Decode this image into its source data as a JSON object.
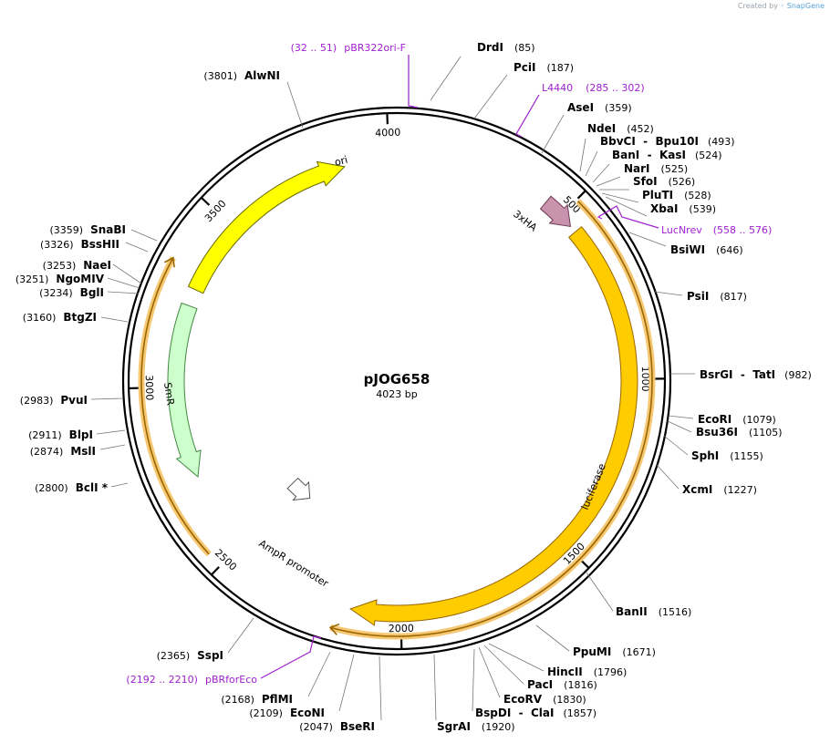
{
  "credit": {
    "prefix": "Created by",
    "brand": "SnapGene"
  },
  "plasmid": {
    "name": "pJOG658",
    "length_label": "4023 bp",
    "length": 4023
  },
  "ticks": [
    {
      "pos": 500,
      "label": "500"
    },
    {
      "pos": 1000,
      "label": "1000"
    },
    {
      "pos": 1500,
      "label": "1500"
    },
    {
      "pos": 2000,
      "label": "2000"
    },
    {
      "pos": 2500,
      "label": "2500"
    },
    {
      "pos": 3000,
      "label": "3000"
    },
    {
      "pos": 3500,
      "label": "3500"
    },
    {
      "pos": 4000,
      "label": "4000"
    }
  ],
  "features": [
    {
      "name": "ori",
      "start": 3290,
      "end": 3870,
      "dir": "cw",
      "color": "#ffff00",
      "stroke": "#666600",
      "label": "ori"
    },
    {
      "name": "3xHA",
      "start": 445,
      "end": 540,
      "dir": "cw",
      "color": "#c992ad",
      "stroke": "#6b3a55",
      "label": "3xHA"
    },
    {
      "name": "luciferase",
      "start": 560,
      "end": 2140,
      "dir": "cw",
      "color": "#ffcc00",
      "stroke": "#996600",
      "label": "luciferase"
    },
    {
      "name": "SmR",
      "start": 2730,
      "end": 3240,
      "dir": "ccw",
      "color": "#ccffcc",
      "stroke": "#448844",
      "label": "SmR"
    },
    {
      "name": "AmpR promoter",
      "start": 2420,
      "end": 2520,
      "dir": "ccw",
      "color": "#ffffff",
      "stroke": "#555555",
      "label": "AmpR promoter"
    }
  ],
  "orf_arcs": [
    {
      "start": 505,
      "end": 2180,
      "dir": "cw"
    },
    {
      "start": 2540,
      "end": 3340,
      "dir": "cw"
    }
  ],
  "sites": [
    {
      "name": "DrdI",
      "pos": "(85)"
    },
    {
      "name": "PciI",
      "pos": "(187)"
    },
    {
      "name": "AseI",
      "pos": "(359)"
    },
    {
      "name": "NdeI",
      "pos": "(452)"
    },
    {
      "name": "BbvCI  -  Bpu10I",
      "pos": "(493)"
    },
    {
      "name": "BanI  -  KasI",
      "pos": "(524)"
    },
    {
      "name": "NarI",
      "pos": "(525)"
    },
    {
      "name": "SfoI",
      "pos": "(526)"
    },
    {
      "name": "PluTI",
      "pos": "(528)"
    },
    {
      "name": "XbaI",
      "pos": "(539)"
    },
    {
      "name": "BsiWI",
      "pos": "(646)"
    },
    {
      "name": "PsiI",
      "pos": "(817)"
    },
    {
      "name": "BsrGI  -  TatI",
      "pos": "(982)"
    },
    {
      "name": "EcoRI",
      "pos": "(1079)"
    },
    {
      "name": "Bsu36I",
      "pos": "(1105)"
    },
    {
      "name": "SphI",
      "pos": "(1155)"
    },
    {
      "name": "XcmI",
      "pos": "(1227)"
    },
    {
      "name": "BanII",
      "pos": "(1516)"
    },
    {
      "name": "PpuMI",
      "pos": "(1671)"
    },
    {
      "name": "HincII",
      "pos": "(1796)"
    },
    {
      "name": "PacI",
      "pos": "(1816)"
    },
    {
      "name": "EcoRV",
      "pos": "(1830)"
    },
    {
      "name": "BspDI  -  ClaI",
      "pos": "(1857)"
    },
    {
      "name": "SgrAI",
      "pos": "(1920)"
    },
    {
      "name": "BseRI",
      "pos": "(2047)"
    },
    {
      "name": "EcoNI",
      "pos": "(2109)"
    },
    {
      "name": "PflMI",
      "pos": "(2168)"
    },
    {
      "name": "SspI",
      "pos": "(2365)"
    },
    {
      "name": "BclI *",
      "pos": "(2800)"
    },
    {
      "name": "MslI",
      "pos": "(2874)"
    },
    {
      "name": "BlpI",
      "pos": "(2911)"
    },
    {
      "name": "PvuI",
      "pos": "(2983)"
    },
    {
      "name": "BtgZI",
      "pos": "(3160)"
    },
    {
      "name": "BglI",
      "pos": "(3234)"
    },
    {
      "name": "NgoMIV",
      "pos": "(3251)"
    },
    {
      "name": "NaeI",
      "pos": "(3253)"
    },
    {
      "name": "BssHII",
      "pos": "(3326)"
    },
    {
      "name": "SnaBI",
      "pos": "(3359)"
    },
    {
      "name": "AlwNI",
      "pos": "(3801)"
    }
  ],
  "primers": [
    {
      "name": "pBR322ori-F",
      "range": "(32 .. 51)"
    },
    {
      "name": "L4440",
      "range": "(285 .. 302)"
    },
    {
      "name": "LucNrev",
      "range": "(558 .. 576)"
    },
    {
      "name": "pBRforEco",
      "range": "(2192 .. 2210)"
    }
  ]
}
